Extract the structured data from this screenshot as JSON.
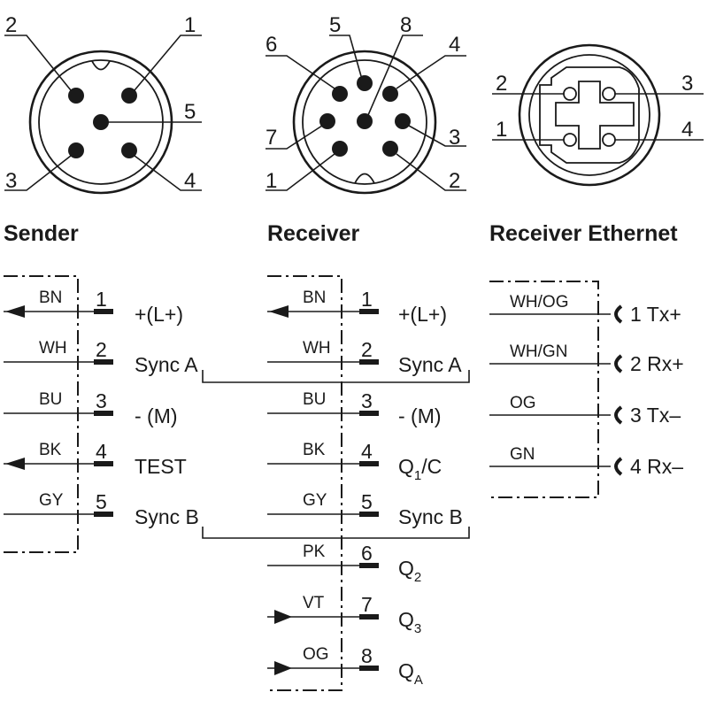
{
  "headings": {
    "sender": "Sender",
    "receiver": "Receiver",
    "receiver_ethernet": "Receiver Ethernet"
  },
  "connectors": {
    "sender_pins": [
      "1",
      "2",
      "3",
      "4",
      "5"
    ],
    "receiver_pins": [
      "1",
      "2",
      "3",
      "4",
      "5",
      "6",
      "7",
      "8"
    ],
    "ethernet_pins": [
      "1",
      "2",
      "3",
      "4"
    ]
  },
  "sender": {
    "rows": [
      {
        "wire": "BN",
        "pin": "1",
        "func": "+(L+)"
      },
      {
        "wire": "WH",
        "pin": "2",
        "func": "Sync A"
      },
      {
        "wire": "BU",
        "pin": "3",
        "func": "- (M)"
      },
      {
        "wire": "BK",
        "pin": "4",
        "func": "TEST"
      },
      {
        "wire": "GY",
        "pin": "5",
        "func": "Sync B"
      }
    ]
  },
  "receiver": {
    "rows": [
      {
        "wire": "BN",
        "pin": "1",
        "func": "+(L+)",
        "sub": ""
      },
      {
        "wire": "WH",
        "pin": "2",
        "func": "Sync A",
        "sub": ""
      },
      {
        "wire": "BU",
        "pin": "3",
        "func": "- (M)",
        "sub": ""
      },
      {
        "wire": "BK",
        "pin": "4",
        "func": "Q",
        "sub": "1",
        "suffix": "/C"
      },
      {
        "wire": "GY",
        "pin": "5",
        "func": "Sync B",
        "sub": ""
      },
      {
        "wire": "PK",
        "pin": "6",
        "func": "Q",
        "sub": "2"
      },
      {
        "wire": "VT",
        "pin": "7",
        "func": "Q",
        "sub": "3"
      },
      {
        "wire": "OG",
        "pin": "8",
        "func": "Q",
        "sub": "A"
      }
    ]
  },
  "ethernet": {
    "rows": [
      {
        "wire": "WH/OG",
        "pin": "1",
        "func": "Tx+"
      },
      {
        "wire": "WH/GN",
        "pin": "2",
        "func": "Rx+"
      },
      {
        "wire": "OG",
        "pin": "3",
        "func": "Tx–"
      },
      {
        "wire": "GN",
        "pin": "4",
        "func": "Rx–"
      }
    ]
  }
}
